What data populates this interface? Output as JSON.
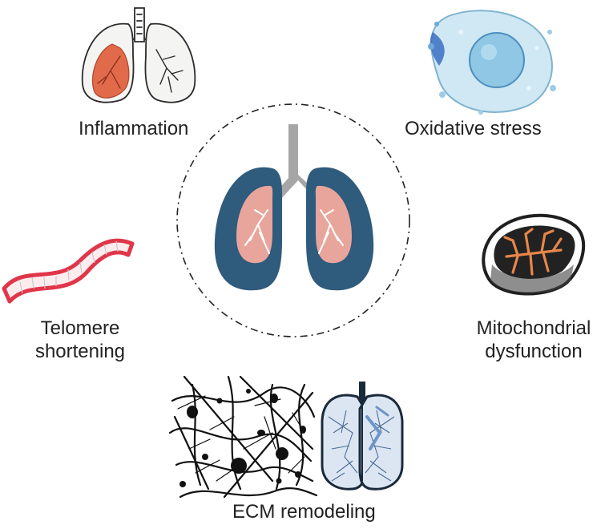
{
  "labels": {
    "inflammation": "Inflammation",
    "oxidative": "Oxidative stress",
    "telomere_1": "Telomere",
    "telomere_2": "shortening",
    "mito_1": "Mitochondrial",
    "mito_2": "dysfunction",
    "ecm": "ECM remodeling"
  },
  "colors": {
    "lung_outer": "#2f5b7c",
    "lung_inner": "#e8a59b",
    "trachea": "#a6a6a6",
    "inflamed": "#e06a4a",
    "ecm_blue": "#6f95c7",
    "mito_orange": "#e8864a",
    "telomere_red": "#e0364a",
    "cell_blue": "#8fc7e5"
  },
  "icons": {
    "center": "lungs-icon",
    "inflammation": "inflamed-lung-icon",
    "oxidative": "cell-icon",
    "telomere": "dna-strand-icon",
    "mito": "mitochondrion-icon",
    "ecm_fibers": "fiber-network-icon",
    "ecm_lung": "fibrotic-lung-icon"
  }
}
